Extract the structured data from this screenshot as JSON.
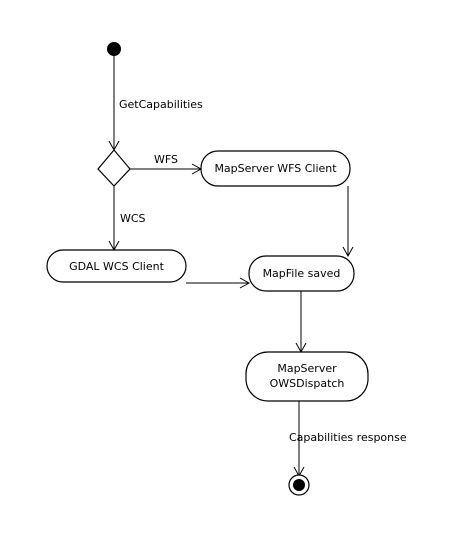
{
  "diagram": {
    "nodes": {
      "wfs_client": "MapServer WFS Client",
      "wcs_client": "GDAL WCS Client",
      "mapfile_saved": "MapFile saved",
      "ows_line1": "MapServer",
      "ows_line2": "OWSDispatch"
    },
    "edges": {
      "getcapabilities": "GetCapabilities",
      "wfs": "WFS",
      "wcs": "WCS",
      "capabilities_response": "Capabilities response"
    }
  }
}
